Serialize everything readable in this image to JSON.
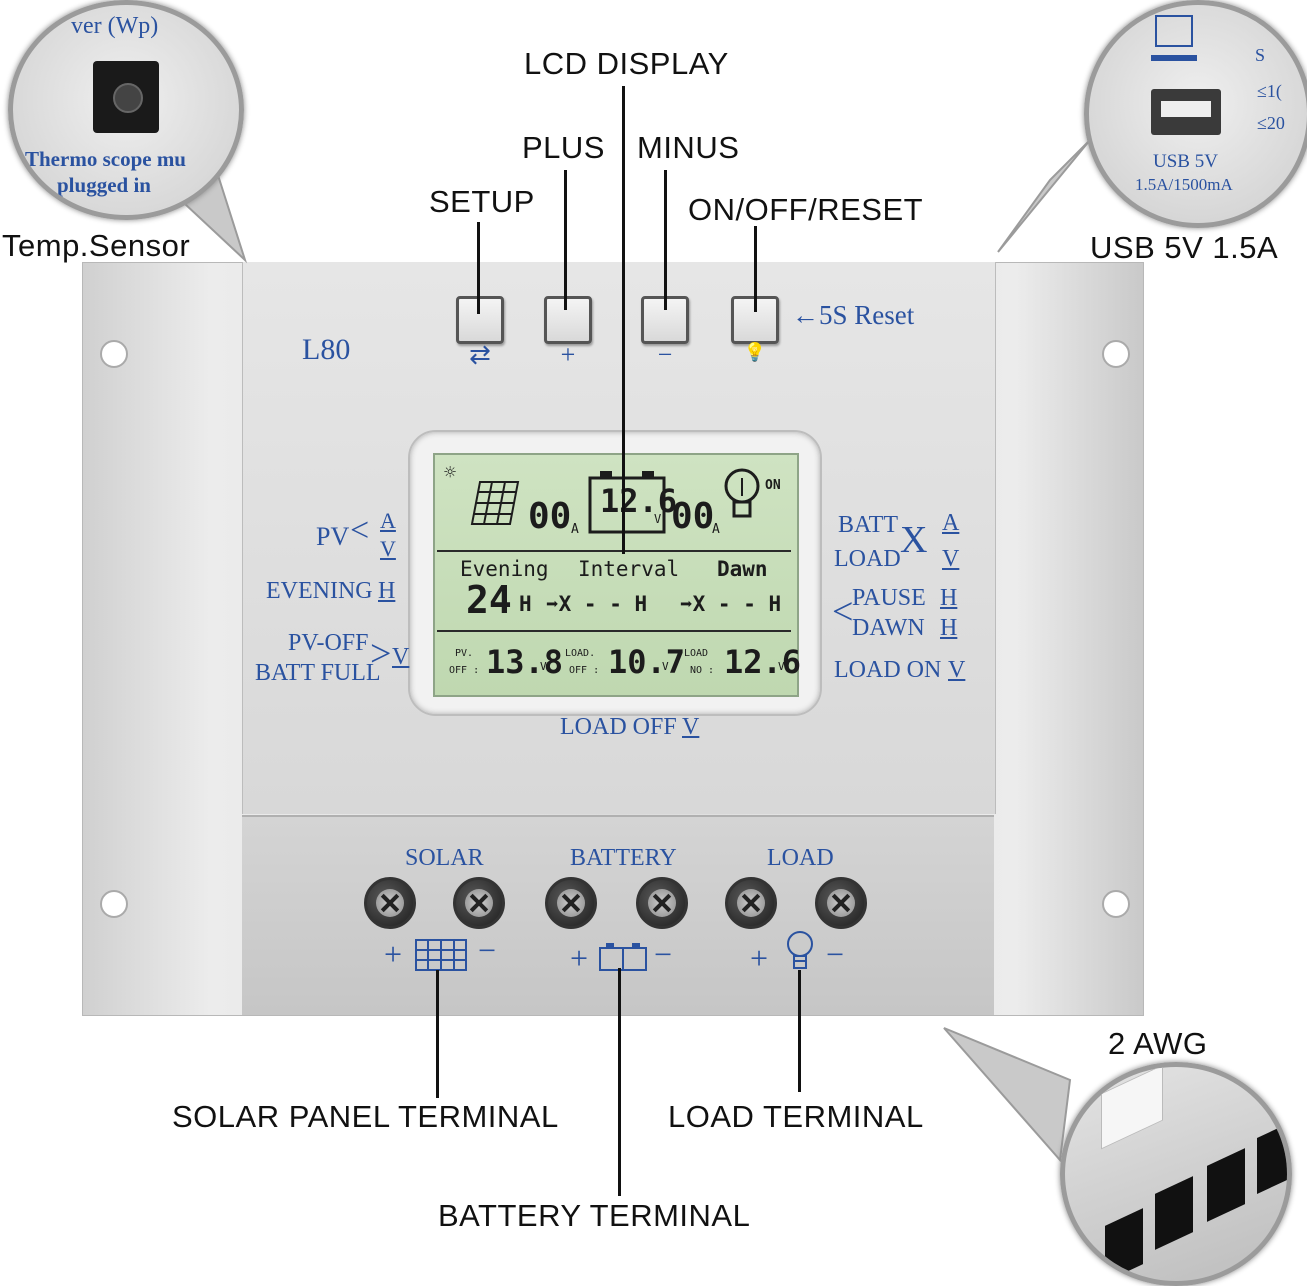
{
  "callouts": {
    "lcd_display": "LCD  DISPLAY",
    "plus": "PLUS",
    "minus": "MINUS",
    "setup": "SETUP",
    "on_off_reset": "ON/OFF/RESET",
    "temp_sensor": "Temp.Sensor",
    "usb": "USB  5V  1.5A",
    "awg": "2  AWG",
    "solar_panel_terminal": "SOLAR  PANEL  TERMINAL",
    "load_terminal": "LOAD  TERMINAL",
    "battery_terminal": "BATTERY  TERMINAL"
  },
  "temp_inset": {
    "top_text": "ver (Wp)",
    "line1": "Thermo scope mu",
    "line2": "plugged  in"
  },
  "usb_inset": {
    "usb_label": "USB  5V",
    "usb_rating": "1.5A/1500mA",
    "side1": "S",
    "side2": "≤1(",
    "side3": "≤20"
  },
  "panel": {
    "model": "L80",
    "reset_hint": "←5S Reset",
    "key_symbols": [
      "⇄",
      "+",
      "−",
      "💡"
    ],
    "left_labels": {
      "pv": "PV",
      "pv_a": "A",
      "pv_v": "V",
      "evening": "EVENING",
      "evening_unit": "H",
      "pv_off": "PV-OFF",
      "batt_full": "BATT FULL",
      "pv_off_unit": "V"
    },
    "right_labels": {
      "batt": "BATT",
      "load": "LOAD",
      "a": "A",
      "v": "V",
      "pause": "PAUSE",
      "dawn": "DAWN",
      "h1": "H",
      "h2": "H",
      "load_on": "LOAD ON",
      "load_on_unit": "V"
    },
    "bottom_label": "LOAD OFF",
    "bottom_label_unit": "V"
  },
  "lcd": {
    "pv_current": "00",
    "unit_a": "A",
    "batt_voltage": "12.6",
    "unit_v": "V",
    "load_current": "00",
    "on_indicator": "ON",
    "evening": "Evening",
    "interval": "Interval",
    "dawn": "Dawn",
    "evening_hours": "24",
    "h": "H",
    "interval_val": "➡X - - H",
    "dawn_val": "➡X - - H",
    "pv_off_label_1": "PV.",
    "pv_off_label_2": "OFF :",
    "pv_off_val": "13.8",
    "load_off_label_1": "LOAD.",
    "load_off_label_2": "OFF :",
    "load_off_val": "10.7",
    "load_on_label_1": "LOAD",
    "load_on_label_2": "NO :",
    "load_on_val": "12.6"
  },
  "terminals": {
    "solar": "SOLAR",
    "battery": "BATTERY",
    "load": "LOAD",
    "plus": "+",
    "minus": "−"
  }
}
